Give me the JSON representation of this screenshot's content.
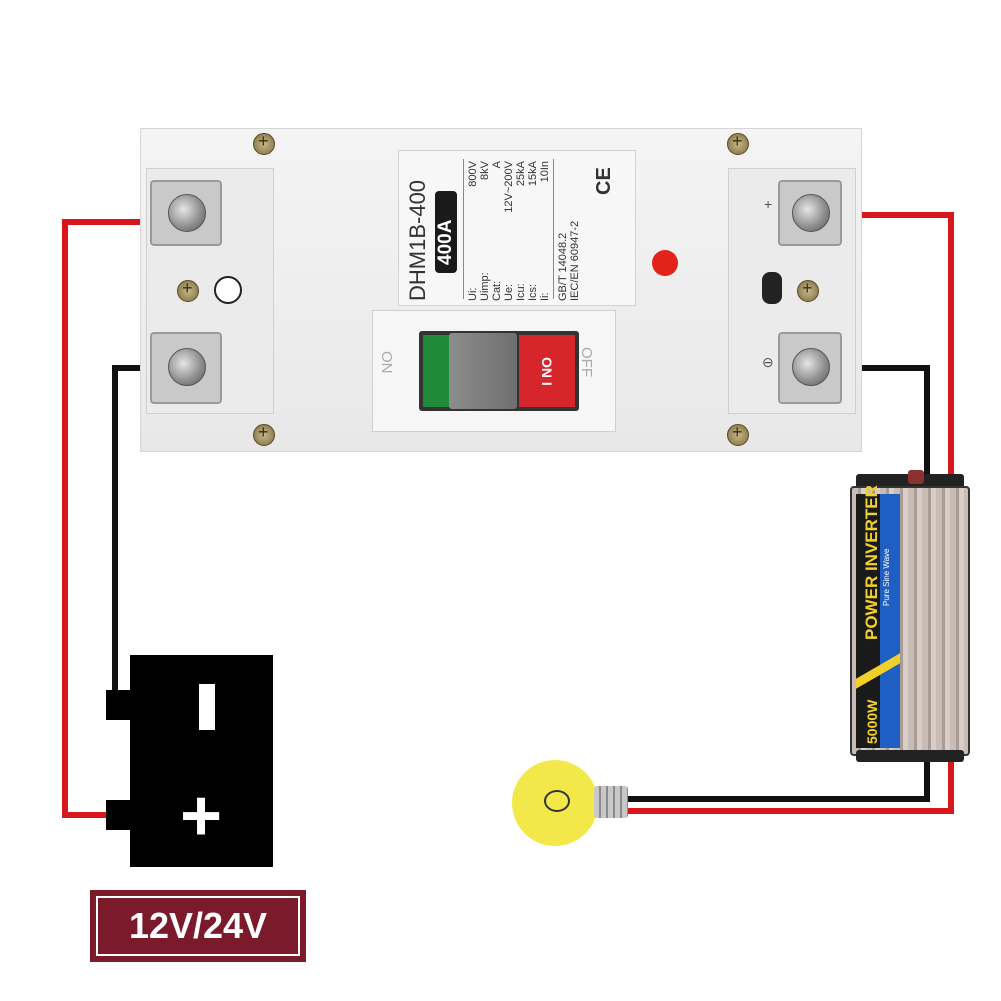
{
  "breaker": {
    "model": "DHM1B-400",
    "rating": "400A",
    "specs": [
      {
        "key": "Ui:",
        "value": "800V"
      },
      {
        "key": "Uimp:",
        "value": "8kV"
      },
      {
        "key": "Cat:",
        "value": "A"
      },
      {
        "key": "Ue:",
        "value": "12V~200V"
      },
      {
        "key": "Icu:",
        "value": "25kA"
      },
      {
        "key": "Ics:",
        "value": "15kA"
      },
      {
        "key": "Ii:",
        "value": "10In"
      }
    ],
    "standards": [
      "GB/T 14048.2",
      "IEC/EN 60947-2"
    ],
    "ce_mark": "CE",
    "switch_on": "ON",
    "switch_on_sub": "I",
    "side_on": "ON",
    "side_off": "OFF",
    "terminal_plus": "+",
    "terminal_minus": "⊖"
  },
  "inverter": {
    "title": "POWER INVERTER",
    "subtitle": "Pure Sine Wave",
    "power": "5000W"
  },
  "battery": {
    "minus": "-",
    "plus": "+"
  },
  "voltage_label": "12V/24V",
  "colors": {
    "positive_wire": "#d9161c",
    "negative_wire": "#111111",
    "bulb": "#f2e84a",
    "label_bg": "#7a1a2a"
  }
}
